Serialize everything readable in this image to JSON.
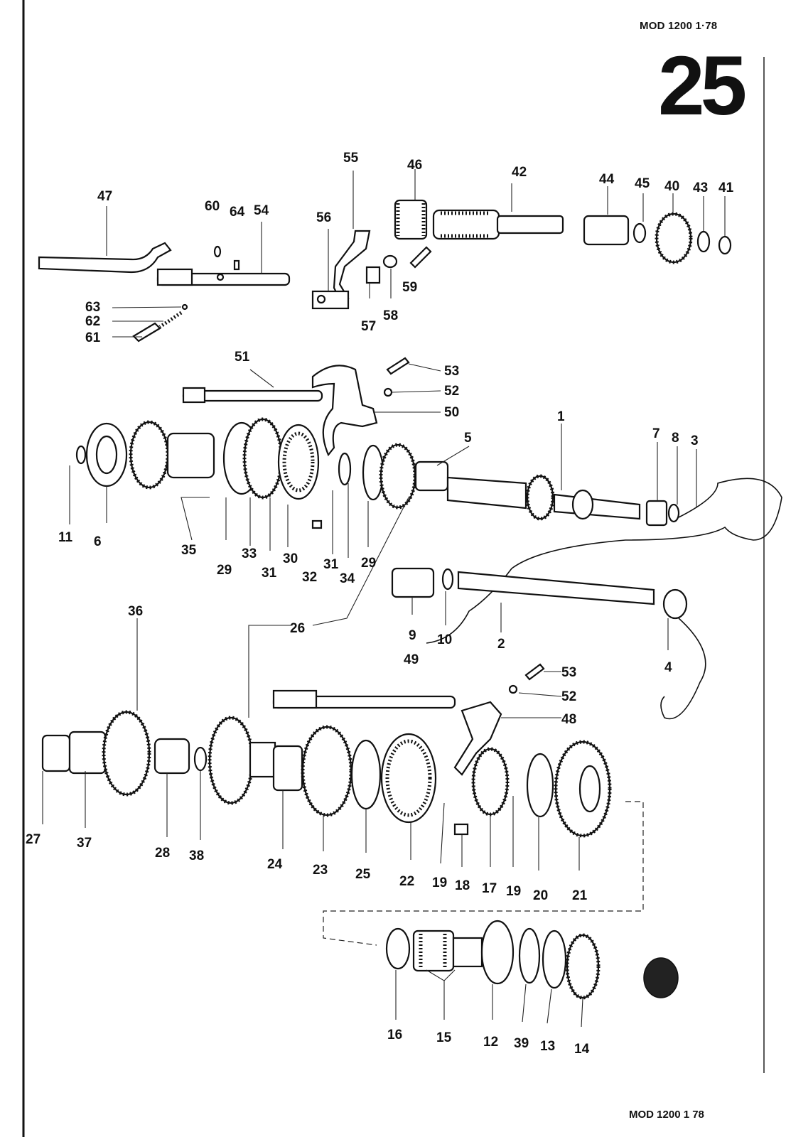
{
  "header": {
    "model_ref_top": "MOD 1200   1·78",
    "page_number": "25"
  },
  "footer": {
    "model_ref_bottom": "MOD 1200   1 78"
  },
  "callouts": [
    "1",
    "2",
    "3",
    "4",
    "5",
    "6",
    "7",
    "8",
    "9",
    "10",
    "11",
    "12",
    "13",
    "14",
    "15",
    "16",
    "17",
    "18",
    "19",
    "19",
    "20",
    "21",
    "22",
    "23",
    "24",
    "25",
    "26",
    "27",
    "28",
    "29",
    "29",
    "30",
    "31",
    "31",
    "32",
    "33",
    "34",
    "35",
    "36",
    "37",
    "38",
    "39",
    "40",
    "41",
    "42",
    "43",
    "44",
    "45",
    "46",
    "47",
    "48",
    "49",
    "50",
    "51",
    "52",
    "52",
    "53",
    "53",
    "54",
    "55",
    "56",
    "57",
    "58",
    "59",
    "60",
    "61",
    "62",
    "63",
    "64"
  ]
}
